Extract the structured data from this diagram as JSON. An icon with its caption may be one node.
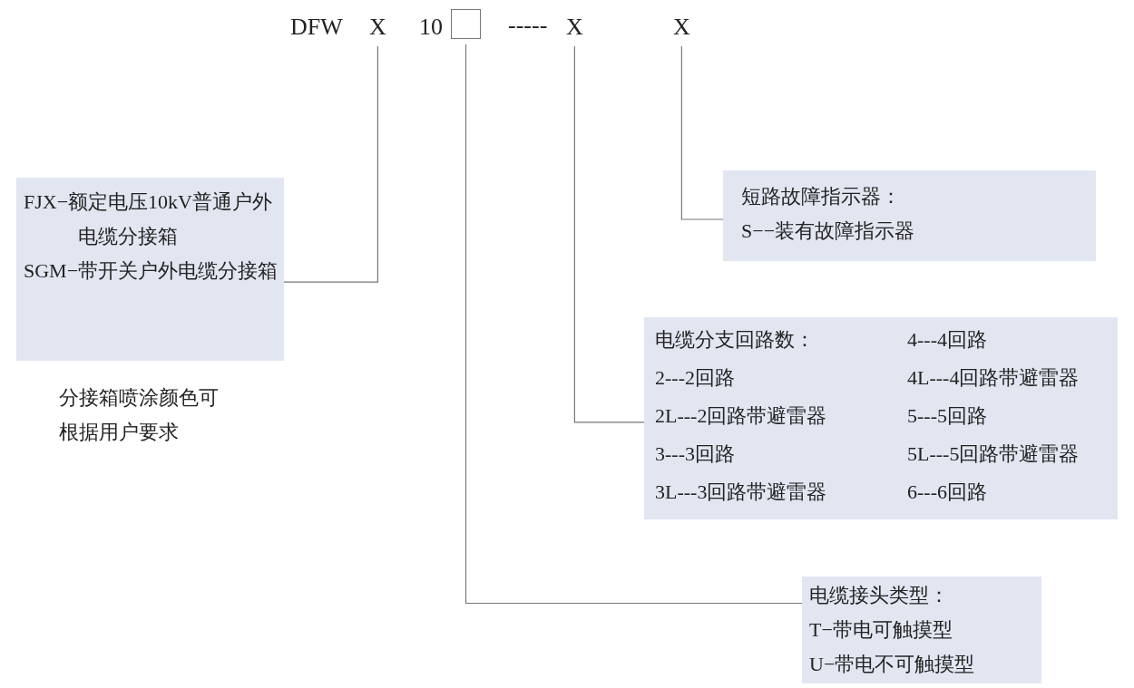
{
  "diagram": {
    "nodes": [
      {
        "text": [
          "X"
        ]
      },
      {
        "text": [],
        "shape": "box"
      },
      {
        "text": [
          "X"
        ]
      },
      {
        "text": [
          "X"
        ]
      },
      {
        "text": [
          "FJX−额定电压10kV普通户外电缆分接箱",
          "SGM−带开关户外电缆分接箱"
        ]
      },
      {
        "text": [
          "短路故障指示器：",
          "S−−装有故障指示器"
        ]
      },
      {
        "text": [
          "电缆分支回路数：",
          "2---2回路",
          "2L---2回路带避雷器",
          "3---3回路",
          "3L---3回路带避雷器",
          "4---4回路",
          "4L---4回路带避雷器",
          "5---5回路",
          "5L---5回路带避雷器",
          "6---6回路"
        ]
      },
      {
        "text": [
          "电缆接头类型：",
          "T−带电可触摸型",
          "U−带电不可触摸型"
        ]
      }
    ],
    "edges": [
      {
        "from": 0,
        "to": 4,
        "arrow": "none"
      },
      {
        "from": 3,
        "to": 5,
        "arrow": "none"
      },
      {
        "from": 2,
        "to": 6,
        "arrow": "none"
      },
      {
        "from": 1,
        "to": 7,
        "arrow": "none"
      }
    ],
    "labels": [
      "DFW",
      "10",
      "-----",
      "分接箱喷涂颜色可根据用户要求"
    ]
  }
}
